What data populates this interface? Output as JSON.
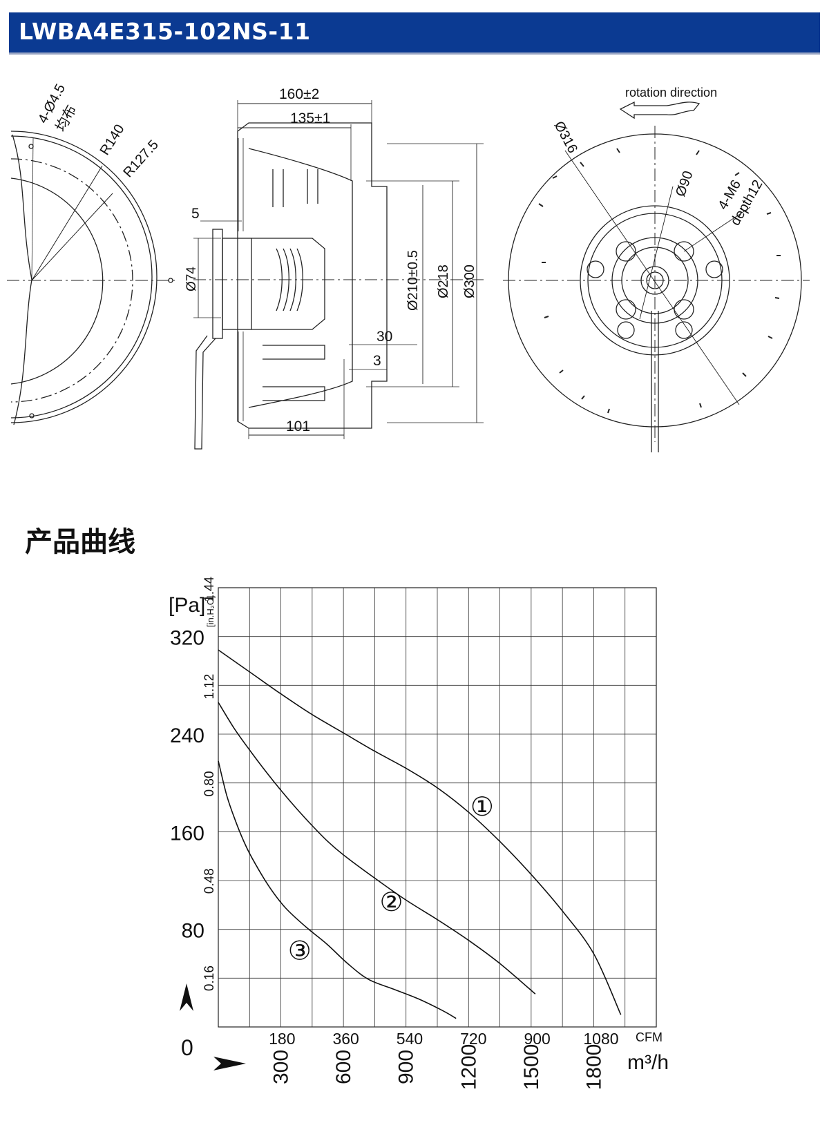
{
  "header": {
    "title": "LWBA4E315-102NS-11"
  },
  "section": {
    "title": "产品曲线"
  },
  "drawing": {
    "left": {
      "holes": "4-Ø4.5",
      "holes_note": "均布",
      "r1": "R140",
      "r2": "R127.5"
    },
    "middle": {
      "w1": "160±2",
      "w2": "135±1",
      "d5": "5",
      "d74": "Ø74",
      "d210": "Ø210±0.5",
      "d218": "Ø218",
      "d300": "Ø300",
      "d30": "30",
      "d3": "3",
      "d101": "101"
    },
    "right": {
      "rotation": "rotation direction",
      "d316": "Ø316",
      "d90": "Ø90",
      "m6": "4-M6",
      "depth": "depth12"
    }
  },
  "chart_data": {
    "type": "line",
    "y_unit_label": "[Pa]",
    "y2_unit_label": "[in.H₂O]",
    "x_unit_top": "CFM",
    "x_unit_bottom": "m³/h",
    "x_zero_label": "0",
    "xlim_m3h": [
      0,
      2100
    ],
    "ylim_pa": [
      0,
      360
    ],
    "y_ticks_pa": [
      80,
      160,
      240,
      320
    ],
    "y_ticks_inh2o": [
      0.16,
      0.48,
      0.8,
      1.12,
      1.44
    ],
    "x_ticks_cfm": [
      180,
      360,
      540,
      720,
      900,
      1080
    ],
    "x_ticks_m3h": [
      300,
      600,
      900,
      1200,
      1500,
      1800
    ],
    "series": [
      {
        "name": "①",
        "x": [
          0,
          150,
          300,
          450,
          600,
          750,
          900,
          1050,
          1200,
          1350,
          1500,
          1650,
          1800,
          1930
        ],
        "y": [
          309,
          291,
          273,
          256,
          241,
          226,
          212,
          196,
          176,
          152,
          125,
          95,
          60,
          10
        ]
      },
      {
        "name": "②",
        "x": [
          0,
          75,
          150,
          225,
          300,
          375,
          450,
          525,
          600,
          750,
          900,
          1050,
          1200,
          1350,
          1520
        ],
        "y": [
          266,
          245,
          227,
          210,
          194,
          179,
          165,
          152,
          141,
          122,
          104,
          88,
          71,
          52,
          27
        ]
      },
      {
        "name": "③",
        "x": [
          0,
          40,
          80,
          120,
          160,
          240,
          320,
          420,
          520,
          620,
          720,
          840,
          960,
          1080,
          1140
        ],
        "y": [
          218,
          190,
          170,
          153,
          139,
          116,
          98,
          82,
          68,
          52,
          39,
          31,
          23,
          13,
          7
        ]
      }
    ],
    "curve_labels": [
      {
        "text": "①",
        "x": 1265,
        "y": 180
      },
      {
        "text": "②",
        "x": 830,
        "y": 102
      },
      {
        "text": "③",
        "x": 390,
        "y": 62
      }
    ]
  }
}
